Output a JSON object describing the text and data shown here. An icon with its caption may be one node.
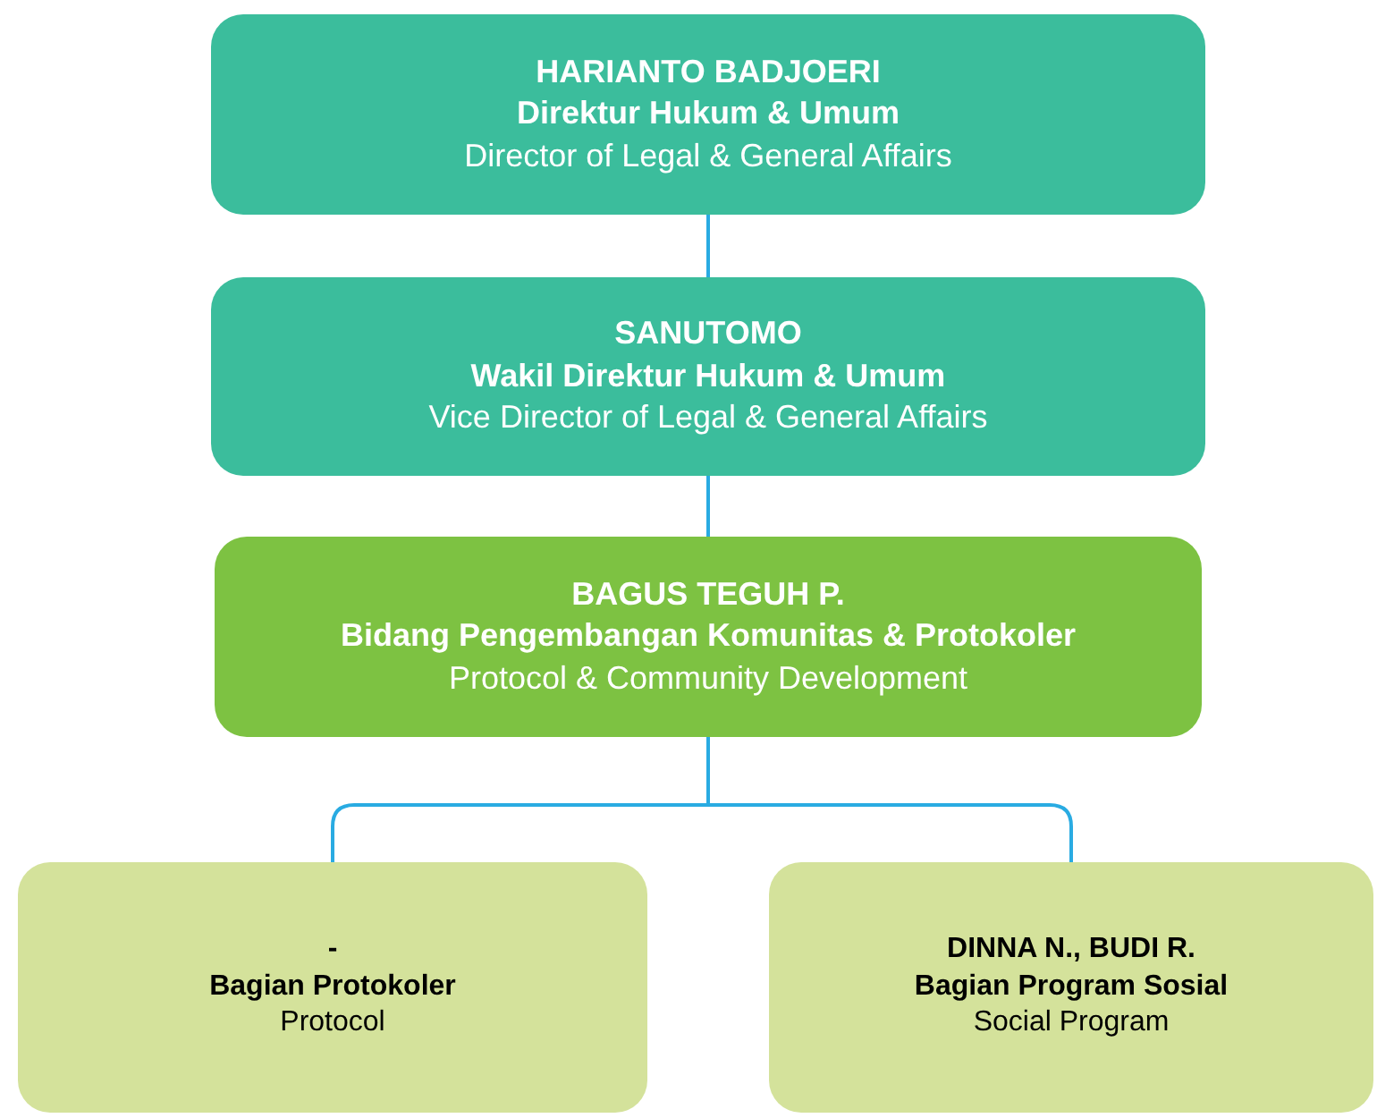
{
  "diagram": {
    "nodes": [
      {
        "text": [
          "HARIANTO BADJOERI",
          "Direktur Hukum & Umum",
          "Director of Legal & General Affairs"
        ]
      },
      {
        "text": [
          "SANUTOMO",
          "Wakil Direktur Hukum & Umum",
          "Vice Director of Legal & General Affairs"
        ]
      },
      {
        "text": [
          "BAGUS TEGUH P.",
          "Bidang Pengembangan Komunitas & Protokoler",
          "Protocol & Community Development"
        ]
      },
      {
        "text": [
          "-",
          "Bagian Protokoler",
          "Protocol"
        ]
      },
      {
        "text": [
          "DINNA N., BUDI R.",
          "Bagian Program Sosial",
          "Social Program"
        ]
      }
    ],
    "edges": [
      {
        "from": 0,
        "to": 1,
        "arrow": "none"
      },
      {
        "from": 1,
        "to": 2,
        "arrow": "none"
      },
      {
        "from": 2,
        "to": 3,
        "arrow": "none"
      },
      {
        "from": 2,
        "to": 4,
        "arrow": "none"
      }
    ]
  }
}
